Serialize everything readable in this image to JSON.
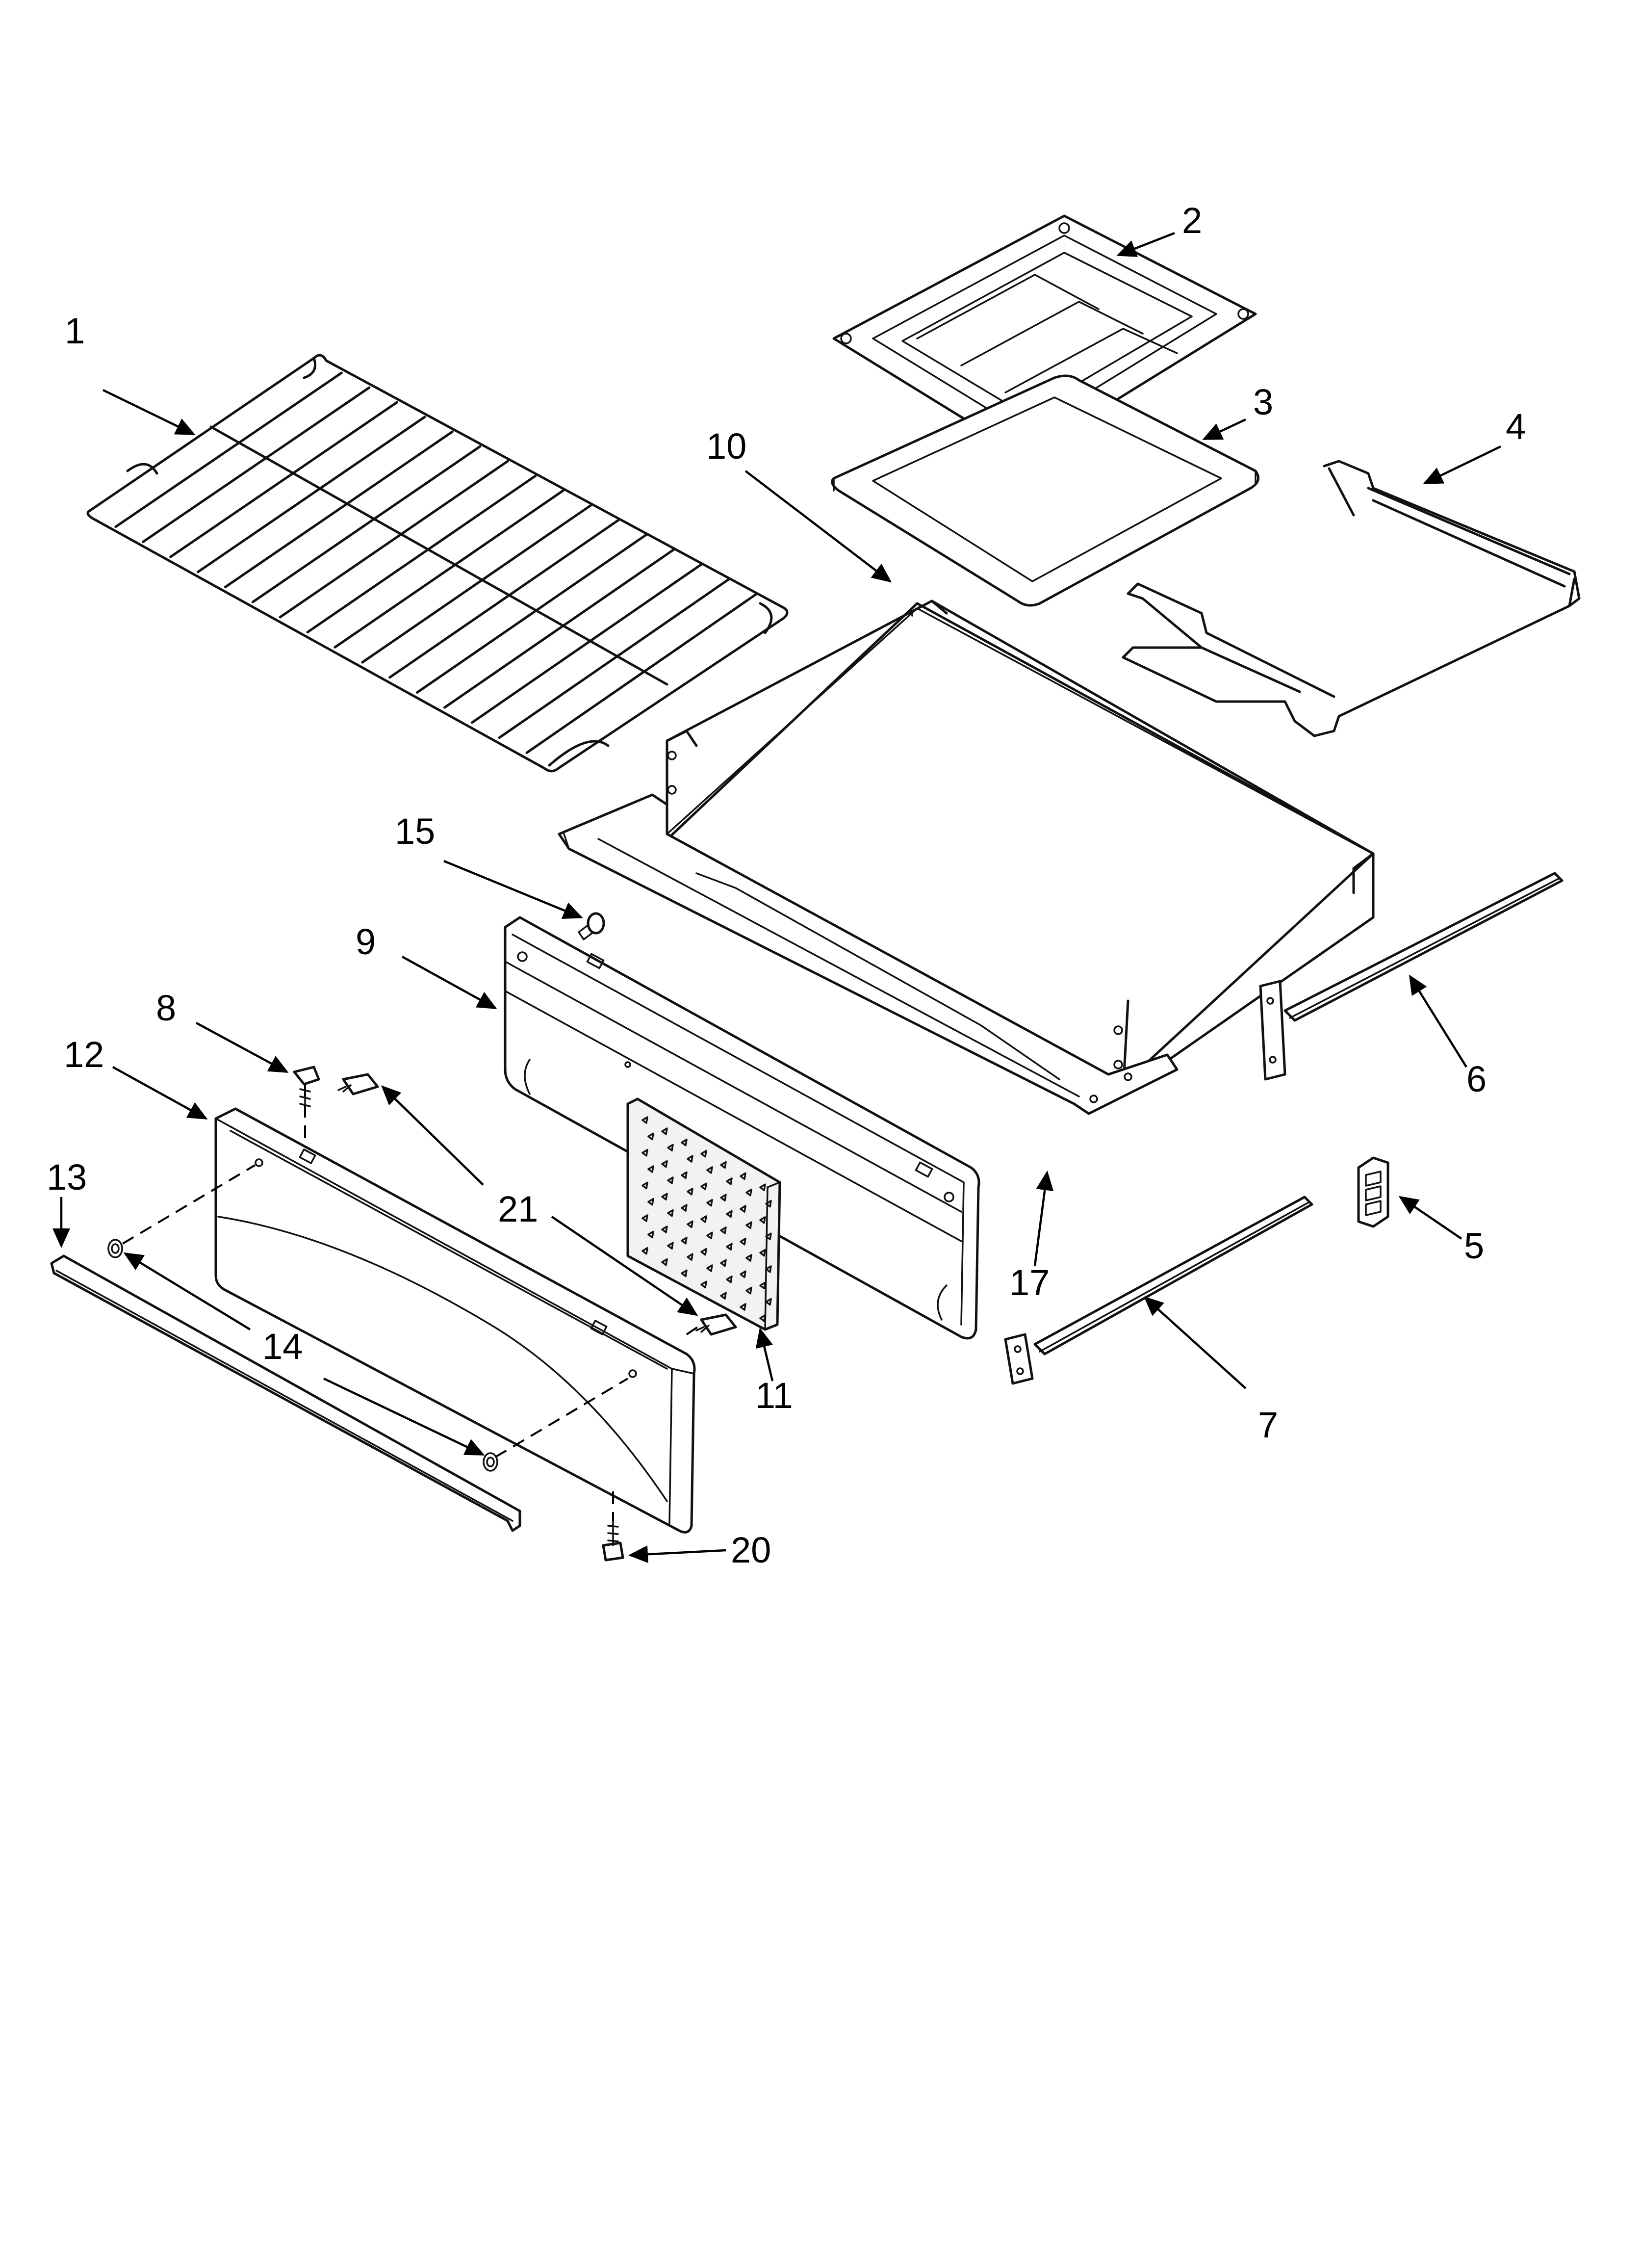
{
  "callouts": [
    {
      "id": "1",
      "label": "1"
    },
    {
      "id": "2",
      "label": "2"
    },
    {
      "id": "3",
      "label": "3"
    },
    {
      "id": "4",
      "label": "4"
    },
    {
      "id": "5",
      "label": "5"
    },
    {
      "id": "6",
      "label": "6"
    },
    {
      "id": "7",
      "label": "7"
    },
    {
      "id": "8",
      "label": "8"
    },
    {
      "id": "9",
      "label": "9"
    },
    {
      "id": "10",
      "label": "10"
    },
    {
      "id": "11",
      "label": "11"
    },
    {
      "id": "12",
      "label": "12"
    },
    {
      "id": "13",
      "label": "13"
    },
    {
      "id": "14",
      "label": "14"
    },
    {
      "id": "15",
      "label": "15"
    },
    {
      "id": "17",
      "label": "17"
    },
    {
      "id": "20",
      "label": "20"
    },
    {
      "id": "21",
      "label": "21"
    }
  ],
  "colors": {
    "line": "#111111",
    "background": "#ffffff"
  }
}
